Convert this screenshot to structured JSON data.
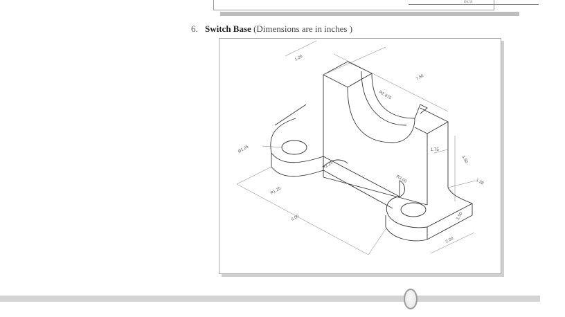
{
  "previous_figure": {
    "dimension_label": "Ø4.50"
  },
  "section": {
    "number": "6.",
    "title": "Switch Base",
    "subtitle": "(Dimensions are in inches )"
  },
  "drawing": {
    "labels": [
      "1.25",
      "7.50",
      "R2.875",
      "Ø1.25",
      "R1.25",
      "R3.00",
      "1.75",
      "4.50",
      "1.38",
      "R1.25",
      "6.00",
      "1.50",
      "2.00"
    ]
  },
  "slider": {
    "value_fraction": 0.76
  }
}
